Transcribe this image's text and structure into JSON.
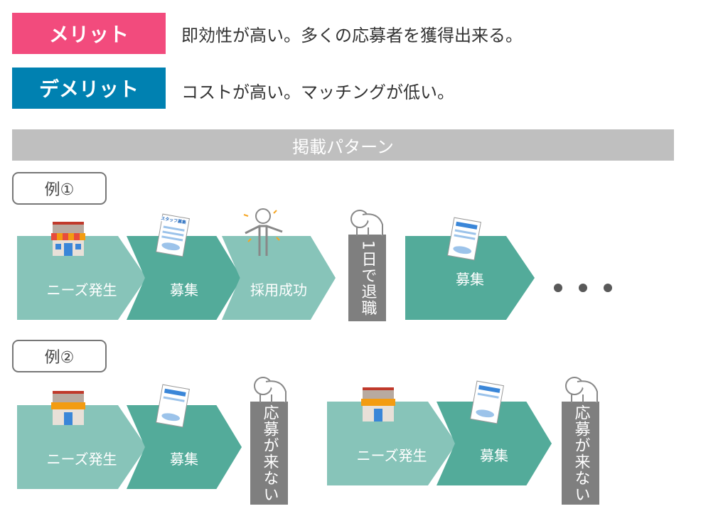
{
  "merit": {
    "label": "メリット",
    "text": "即効性が高い。多くの応募者を獲得出来る。",
    "color": "#f24b7d"
  },
  "demerit": {
    "label": "デメリット",
    "text": "コストが高い。マッチングが低い。",
    "color": "#0081b1"
  },
  "section_title": "掲載パターン",
  "example1": {
    "label": "例①",
    "steps": [
      "ニーズ発生",
      "募集",
      "採用成功"
    ],
    "result": "1日で退職",
    "step_after": "募集",
    "ellipsis": "・・・"
  },
  "example2": {
    "label": "例②",
    "groups": [
      {
        "steps": [
          "ニーズ発生",
          "募集"
        ],
        "result": "応募が来ない"
      },
      {
        "steps": [
          "ニーズ発生",
          "募集"
        ],
        "result": "応募が来ない"
      }
    ]
  },
  "poster_text": "スタッフ募集"
}
